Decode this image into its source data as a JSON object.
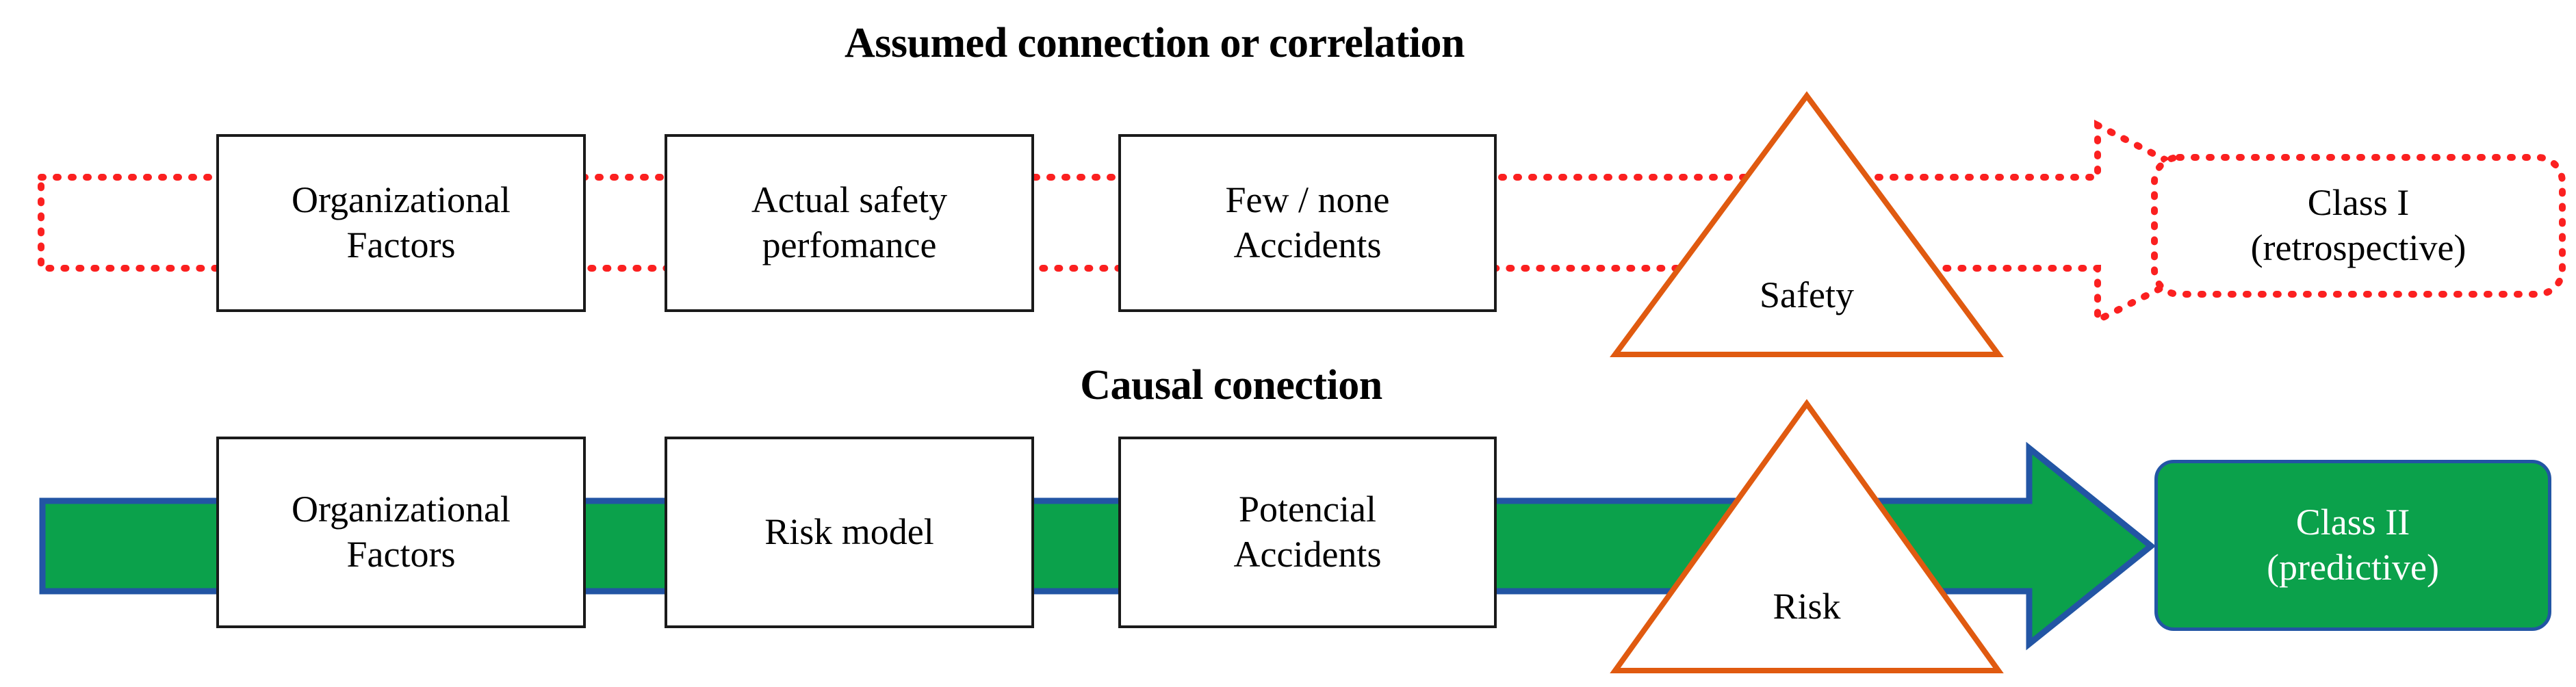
{
  "diagram": {
    "title_top": "Assumed connection or correlation",
    "title_bottom": "Causal conection",
    "colors": {
      "assumed_flow": "#FB2020",
      "causal_flow_fill": "#0BA14B",
      "causal_flow_stroke": "#2255A4",
      "triangle_stroke": "#E05A10",
      "box_stroke": "#1a1a1a",
      "text": "#000000",
      "class2_text": "#ffffff",
      "background": "#ffffff"
    },
    "rows": [
      {
        "id": "assumed",
        "title": "Assumed connection or correlation",
        "flow_style": "dotted-red-arrow",
        "steps": [
          {
            "id": "org-factors-top",
            "line1": "Organizational",
            "line2": "Factors"
          },
          {
            "id": "actual-safety-performance",
            "line1": "Actual safety",
            "line2": "perfomance"
          },
          {
            "id": "few-none-accidents",
            "line1": "Few / none",
            "line2": "Accidents"
          }
        ],
        "triangle_label": "Safety",
        "outcome": {
          "id": "class-1",
          "line1": "Class I",
          "line2": "(retrospective)"
        }
      },
      {
        "id": "causal",
        "title": "Causal conection",
        "flow_style": "solid-green-arrow",
        "steps": [
          {
            "id": "org-factors-bottom",
            "line1": "Organizational",
            "line2": "Factors"
          },
          {
            "id": "risk-model",
            "line1": "Risk model",
            "line2": ""
          },
          {
            "id": "potencial-accidents",
            "line1": "Potencial",
            "line2": "Accidents"
          }
        ],
        "triangle_label": "Risk",
        "outcome": {
          "id": "class-2",
          "line1": "Class II",
          "line2": "(predictive)"
        }
      }
    ]
  }
}
